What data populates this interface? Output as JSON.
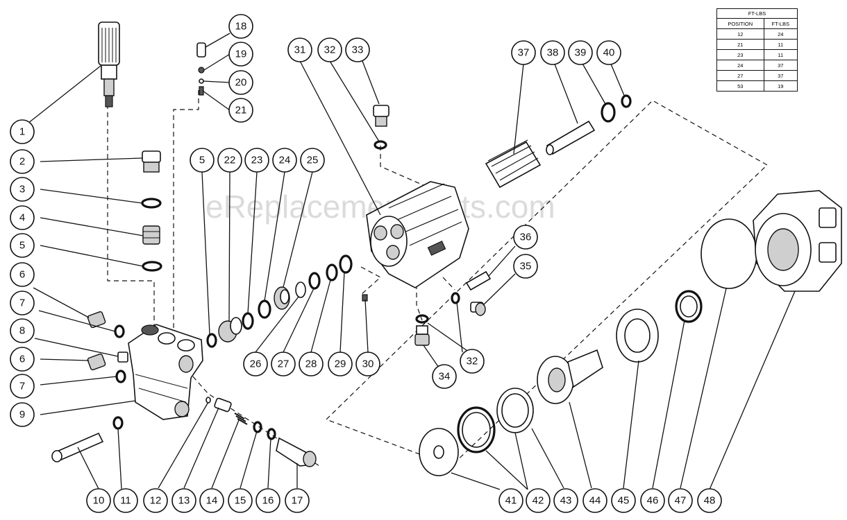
{
  "watermark": "eReplacementParts.com",
  "torque_table": {
    "title": "FT-LBS",
    "headers": [
      "POSITION",
      "FT-LBS"
    ],
    "rows": [
      [
        "12",
        "24"
      ],
      [
        "21",
        "11"
      ],
      [
        "23",
        "11"
      ],
      [
        "24",
        "37"
      ],
      [
        "27",
        "37"
      ],
      [
        "53",
        "19"
      ]
    ]
  },
  "callouts": [
    "1",
    "2",
    "3",
    "4",
    "5",
    "6",
    "7",
    "8",
    "6",
    "7",
    "9",
    "10",
    "11",
    "12",
    "13",
    "14",
    "15",
    "16",
    "17",
    "18",
    "19",
    "20",
    "21",
    "5",
    "22",
    "23",
    "24",
    "25",
    "26",
    "27",
    "28",
    "29",
    "30",
    "31",
    "32",
    "33",
    "34",
    "32",
    "35",
    "36",
    "37",
    "38",
    "39",
    "40",
    "41",
    "42",
    "43",
    "44",
    "45",
    "46",
    "47",
    "48"
  ]
}
